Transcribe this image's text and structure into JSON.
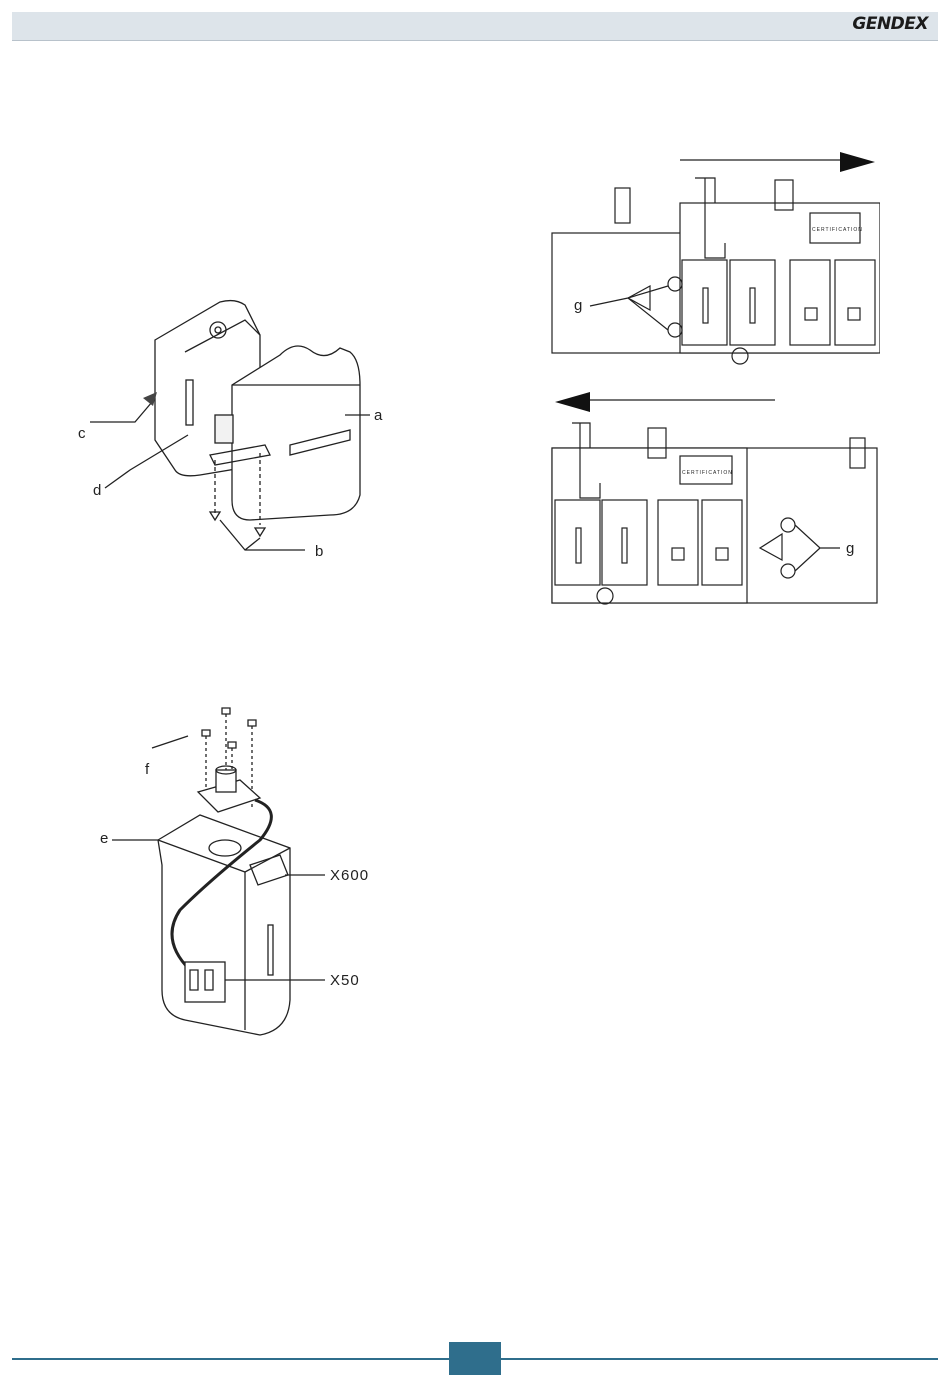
{
  "header": {
    "brand": "GENDEX"
  },
  "figure1": {
    "labels": {
      "a": "a",
      "b": "b",
      "c": "c",
      "d": "d"
    }
  },
  "figure2": {
    "labels": {
      "e": "e",
      "f": "f",
      "x600": "X600",
      "x50": "X50"
    }
  },
  "figure3": {
    "top": {
      "g": "g",
      "cert": "CERTIFICATION"
    },
    "bottom": {
      "g": "g",
      "cert": "CERTIFICATION"
    }
  },
  "colors": {
    "header_bg": "#dde4ea",
    "accent": "#2f6e8c"
  }
}
